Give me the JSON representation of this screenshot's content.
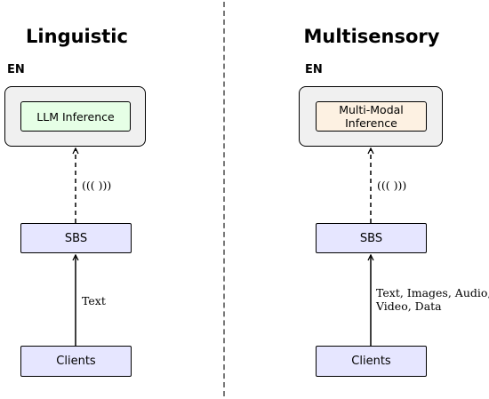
{
  "colors": {
    "en_fill": "#f0f0f0",
    "llm_fill": "#e6ffe6",
    "multimodal_fill": "#fdf1e2",
    "node_fill": "#e6e6ff",
    "divider": "#7a7a7a"
  },
  "left": {
    "heading": "Linguistic",
    "en_label": "EN",
    "inference_label": "LLM Inference",
    "wireless_label": "((( )))",
    "sbs_label": "SBS",
    "edge_label": "Text",
    "clients_label": "Clients"
  },
  "right": {
    "heading": "Multisensory",
    "en_label": "EN",
    "inference_label": "Multi-Modal\nInference",
    "wireless_label": "((( )))",
    "sbs_label": "SBS",
    "edge_label": "Text, Images, Audio,\nVideo, Data",
    "clients_label": "Clients"
  }
}
